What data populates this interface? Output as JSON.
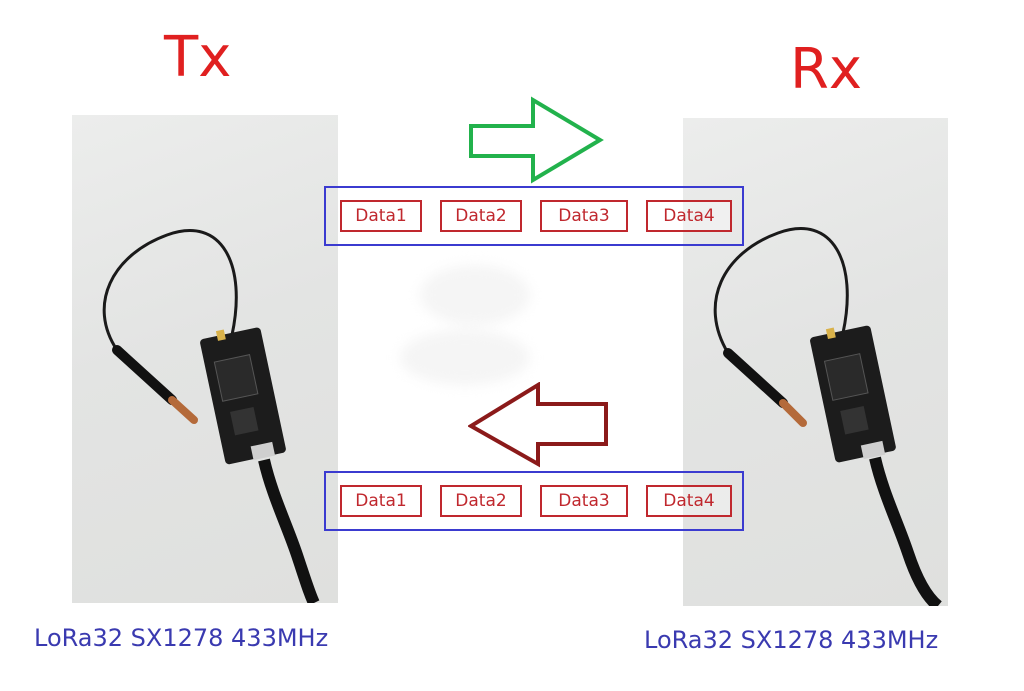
{
  "tx": {
    "title": "Tx",
    "caption": "LoRa32 SX1278 433MHz"
  },
  "rx": {
    "title": "Rx",
    "caption": "LoRa32 SX1278 433MHz"
  },
  "packet_top": {
    "cells": [
      "Data1",
      "Data2",
      "Data3",
      "Data4"
    ]
  },
  "packet_bottom": {
    "cells": [
      "Data1",
      "Data2",
      "Data3",
      "Data4"
    ]
  },
  "colors": {
    "title": "#e02020",
    "caption": "#3a3ab0",
    "packet_border": "#3b3bd0",
    "cell_border": "#c0282e",
    "arrow_forward": "#22b24c",
    "arrow_back": "#8b1a1a"
  },
  "icons": {
    "forward_arrow": "arrow-right-icon",
    "back_arrow": "arrow-left-icon"
  }
}
